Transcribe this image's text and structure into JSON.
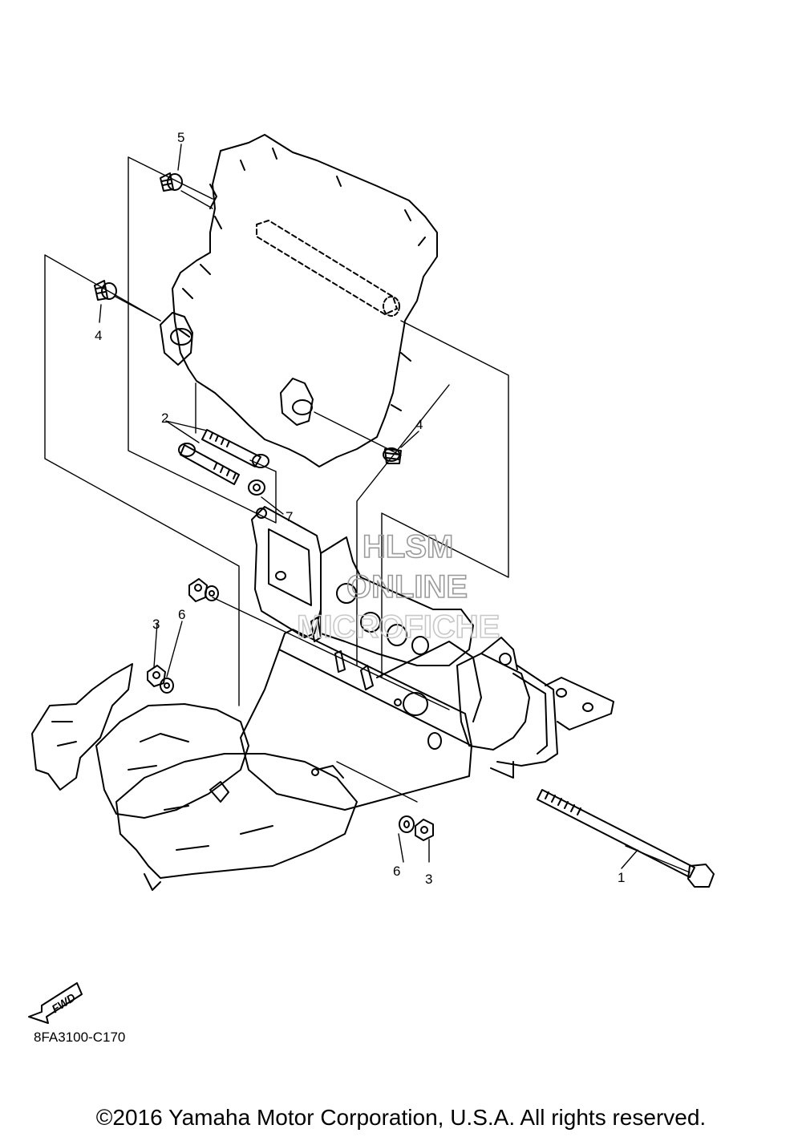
{
  "callouts": {
    "part_1": "1",
    "part_2": "2",
    "part_3_left": "3",
    "part_3_right": "3",
    "part_4_left": "4",
    "part_4_right": "4",
    "part_5": "5",
    "part_6_left": "6",
    "part_6_right": "6",
    "part_7": "7"
  },
  "fwd_label": "FWD",
  "watermark": {
    "line1": "HLSM",
    "line2": "ONLINE",
    "line3": "MICROFICHE"
  },
  "drawing_code": "8FA3100-C170",
  "copyright": "©2016 Yamaha Motor Corporation, U.S.A. All rights reserved."
}
